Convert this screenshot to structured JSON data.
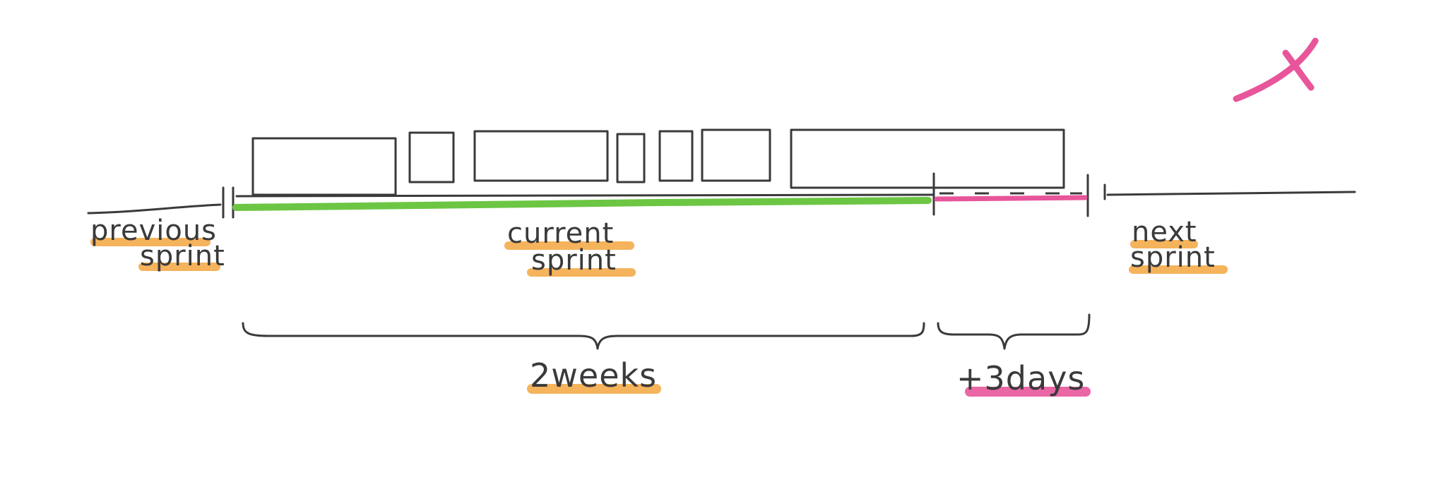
{
  "labels": {
    "previous_line1": "previous",
    "previous_line2": "sprint",
    "current_line1": "current",
    "current_line2": "sprint",
    "next_line1": "next",
    "next_line2": "sprint",
    "duration_main": "2weeks",
    "duration_extra": "+3days"
  },
  "colors": {
    "ink": "#3a3a3a",
    "task_fill": "#8fd0f0",
    "sprint_line": "#6cc644",
    "overrun_line": "#e8559a",
    "highlight_orange": "#f3a640",
    "cross_mark": "#e8559a"
  },
  "icons": {
    "cross_mark": "x-mark-icon"
  }
}
